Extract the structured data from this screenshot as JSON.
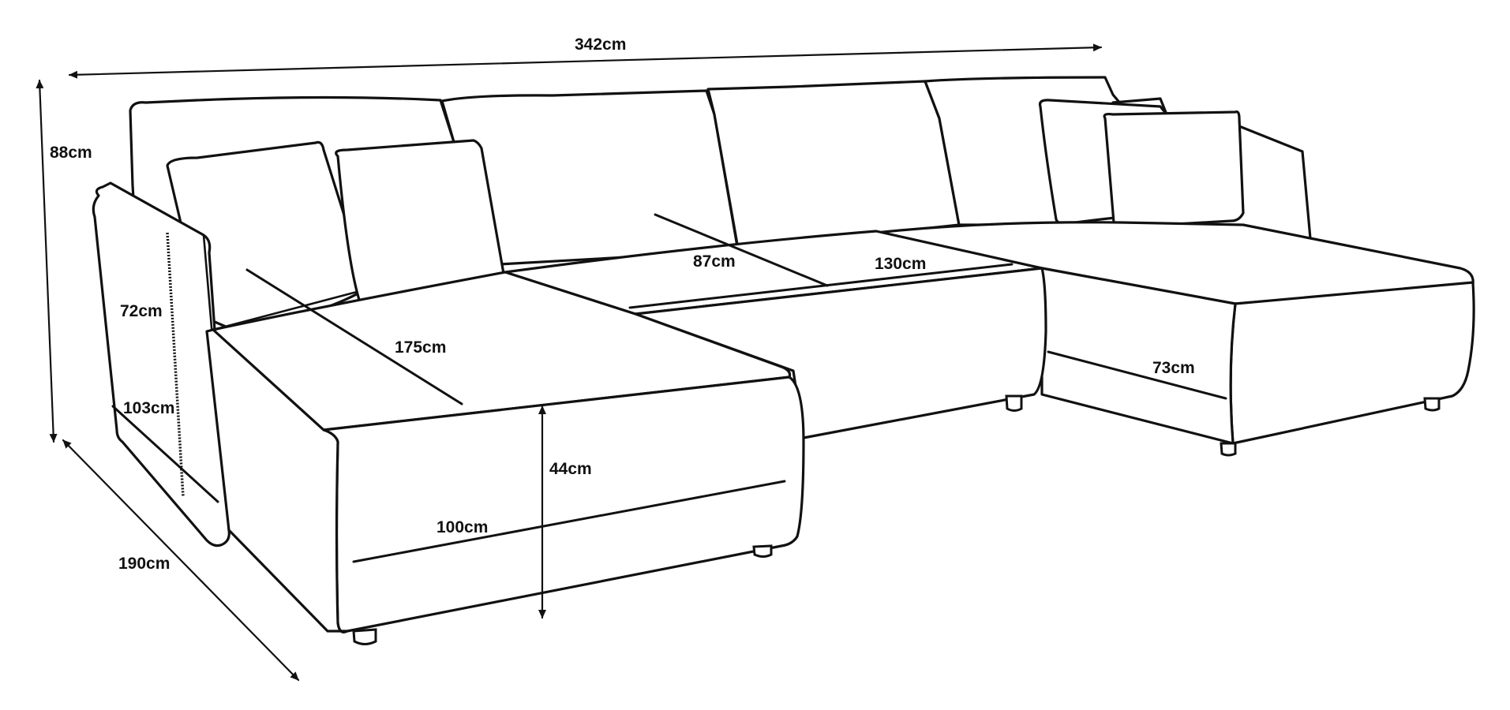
{
  "dimensions": {
    "total_width": "342cm",
    "height": "88cm",
    "depth": "190cm",
    "armrest_height": "72cm",
    "armrest_length": "103cm",
    "chaise_length": "175cm",
    "bed_depth": "87cm",
    "bed_width": "130cm",
    "seat_height": "44cm",
    "chaise_width": "100cm",
    "right_chaise_width": "73cm"
  },
  "colors": {
    "line": "#111111",
    "background": "#ffffff"
  }
}
